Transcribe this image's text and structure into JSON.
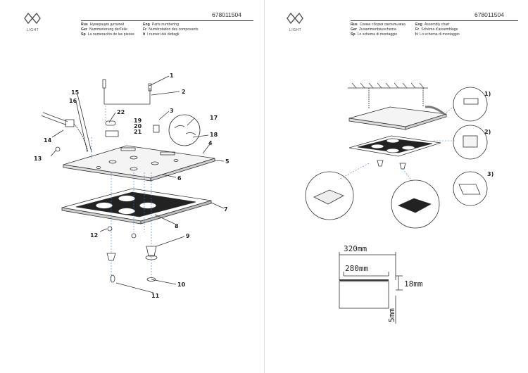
{
  "brand": {
    "name": "LIGHT"
  },
  "product_code": "678011504",
  "left_header": {
    "rus_code": "Rus",
    "rus": "Нумерация деталей",
    "ger_code": "Ger",
    "ger": "Nummerierung derTeile",
    "sp_code": "Sp",
    "sp": "La numeración de las piezas",
    "eng_code": "Eng",
    "eng": "Parts numbering",
    "fr_code": "Fr",
    "fr": "Numérotation des composants",
    "it_code": "It",
    "it": "I numeri dei dettagli"
  },
  "right_header": {
    "rus_code": "Rus",
    "rus": "Схема сборки светильника",
    "ger_code": "Ger",
    "ger": "Zusammenbauschema",
    "sp_code": "Sp",
    "sp": "Lo schema di montaggio",
    "eng_code": "Eng",
    "eng": "Assembly chart",
    "fr_code": "Fr",
    "fr": "Schéma d'assemblage",
    "it_code": "It",
    "it": "Lo schema di montaggio"
  },
  "part_numbers": [
    "1",
    "2",
    "3",
    "4",
    "5",
    "6",
    "7",
    "8",
    "9",
    "10",
    "11",
    "12",
    "13",
    "14",
    "15",
    "16",
    "17",
    "18",
    "19",
    "20",
    "21",
    "22"
  ],
  "steps": [
    "1)",
    "2)",
    "3)"
  ],
  "dimensions": {
    "width_outer": "320mm",
    "width_inner": "280mm",
    "height": "18mm",
    "depth": "5mm"
  }
}
